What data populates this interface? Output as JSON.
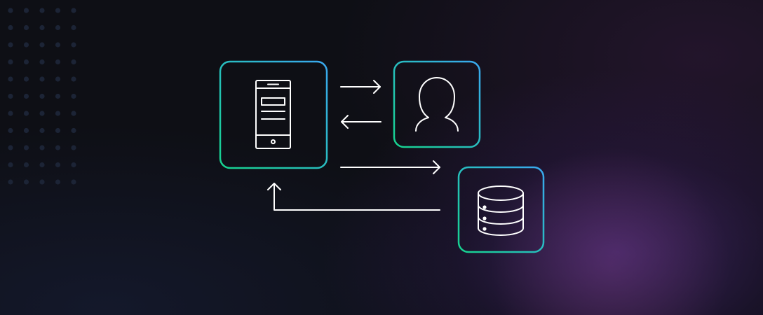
{
  "diagram": {
    "nodes": [
      {
        "id": "mobile",
        "icon": "mobile-device-icon"
      },
      {
        "id": "user",
        "icon": "user-icon"
      },
      {
        "id": "database",
        "icon": "database-icon"
      }
    ],
    "edges": [
      {
        "from": "mobile",
        "to": "user"
      },
      {
        "from": "user",
        "to": "mobile"
      },
      {
        "from": "mobile",
        "to": "database"
      },
      {
        "from": "database",
        "to": "mobile"
      }
    ],
    "colors": {
      "background": "#0e0f15",
      "frame_gradient_start": "#16d38e",
      "frame_gradient_end": "#3aa8f0",
      "stroke": "#ffffff",
      "dots": "#1c2436",
      "glow": "#6a36a0"
    }
  }
}
